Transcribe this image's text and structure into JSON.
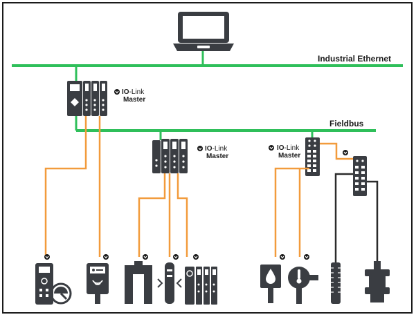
{
  "networks": {
    "ethernet_label": "Industrial Ethernet",
    "fieldbus_label": "Fieldbus"
  },
  "masters": [
    {
      "brand": "IO",
      "suffix": "-Link",
      "title": "Master"
    },
    {
      "brand": "IO",
      "suffix": "-Link",
      "title": "Master"
    },
    {
      "brand": "IO",
      "suffix": "-Link",
      "title": "Master"
    }
  ],
  "colors": {
    "ethernet": "#2fbf5a",
    "io_link_cable": "#f29b3c",
    "standard_cable": "#2b2b2b",
    "device": "#3a3d42"
  },
  "icons": {
    "computer": "laptop-icon",
    "io_link_badge": "io-link-logo-icon",
    "devices": [
      "control-panel-icon",
      "rfid-reader-icon",
      "fork-light-barrier-icon",
      "light-grid-sensor-icon",
      "io-module-icon",
      "pressure-sensor-icon",
      "temperature-sensor-icon",
      "inductive-sensor-icon",
      "proximity-sensor-icon"
    ]
  }
}
